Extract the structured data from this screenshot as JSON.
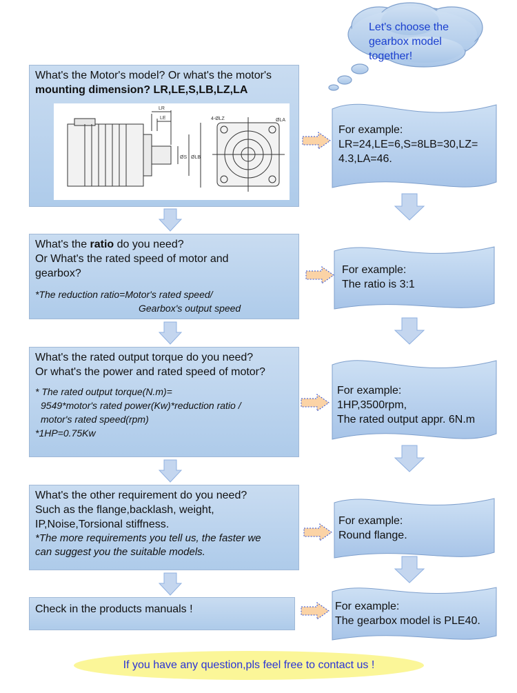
{
  "cloud": {
    "lines": [
      "Let's choose the",
      "gearbox model",
      "together!"
    ]
  },
  "steps": [
    {
      "question_line1": "What's the Motor's model? Or what's the motor's",
      "question_line2": "mounting dimension? LR,LE,S,LB,LZ,LA",
      "example": [
        "For example:",
        "LR=24,LE=6,S=8LB=30,LZ=",
        "4.3,LA=46."
      ]
    },
    {
      "q1_pre": "What's the ",
      "q1_bold": "ratio",
      "q1_post": " do you need?",
      "q2": "Or What's the rated speed of motor and",
      "q3": "gearbox?",
      "note1": "*The reduction ratio=Motor's rated speed/",
      "note2": "Gearbox's output speed",
      "example": [
        "For example:",
        "The ratio is 3:1"
      ]
    },
    {
      "q1": "What's the rated output torque do you need?",
      "q2": "Or what's the power and rated speed of motor?",
      "note1": "* The rated output torque(N.m)=",
      "note2": "9549*motor's rated power(Kw)*reduction ratio /",
      "note3": "motor's rated speed(rpm)",
      "note4": "*1HP=0.75Kw",
      "example": [
        "For example:",
        "1HP,3500rpm,",
        "The rated output appr. 6N.m"
      ]
    },
    {
      "q1": "What's the other requirement do you need?",
      "q2": "Such as the flange,backlash, weight,",
      "q3": "IP,Noise,Torsional stiffness.",
      "note1": "*The more requirements you tell us, the faster we",
      "note2": "can suggest you the suitable models.",
      "example": [
        "For example:",
        "Round flange."
      ]
    },
    {
      "q1": "Check in the products manuals !",
      "example": [
        "For example:",
        "The gearbox model is PLE40."
      ]
    }
  ],
  "diagram": {
    "labels": {
      "lr": "LR",
      "le": "LE",
      "s": "ØS",
      "lb": "ØLB",
      "lz": "4-ØLZ",
      "la": "ØLA"
    }
  },
  "footer": "If you have any question,pls feel free to contact us !",
  "colors": {
    "box": "#b9d1ee",
    "arrow_fill": "#fbd3a6",
    "arrow_stroke": "#2b4fd8",
    "down_arrow": "#8fb0e0",
    "footer_bg": "#fbf698",
    "footer_text": "#2a33d6",
    "cloud_text": "#1a3fcf"
  }
}
